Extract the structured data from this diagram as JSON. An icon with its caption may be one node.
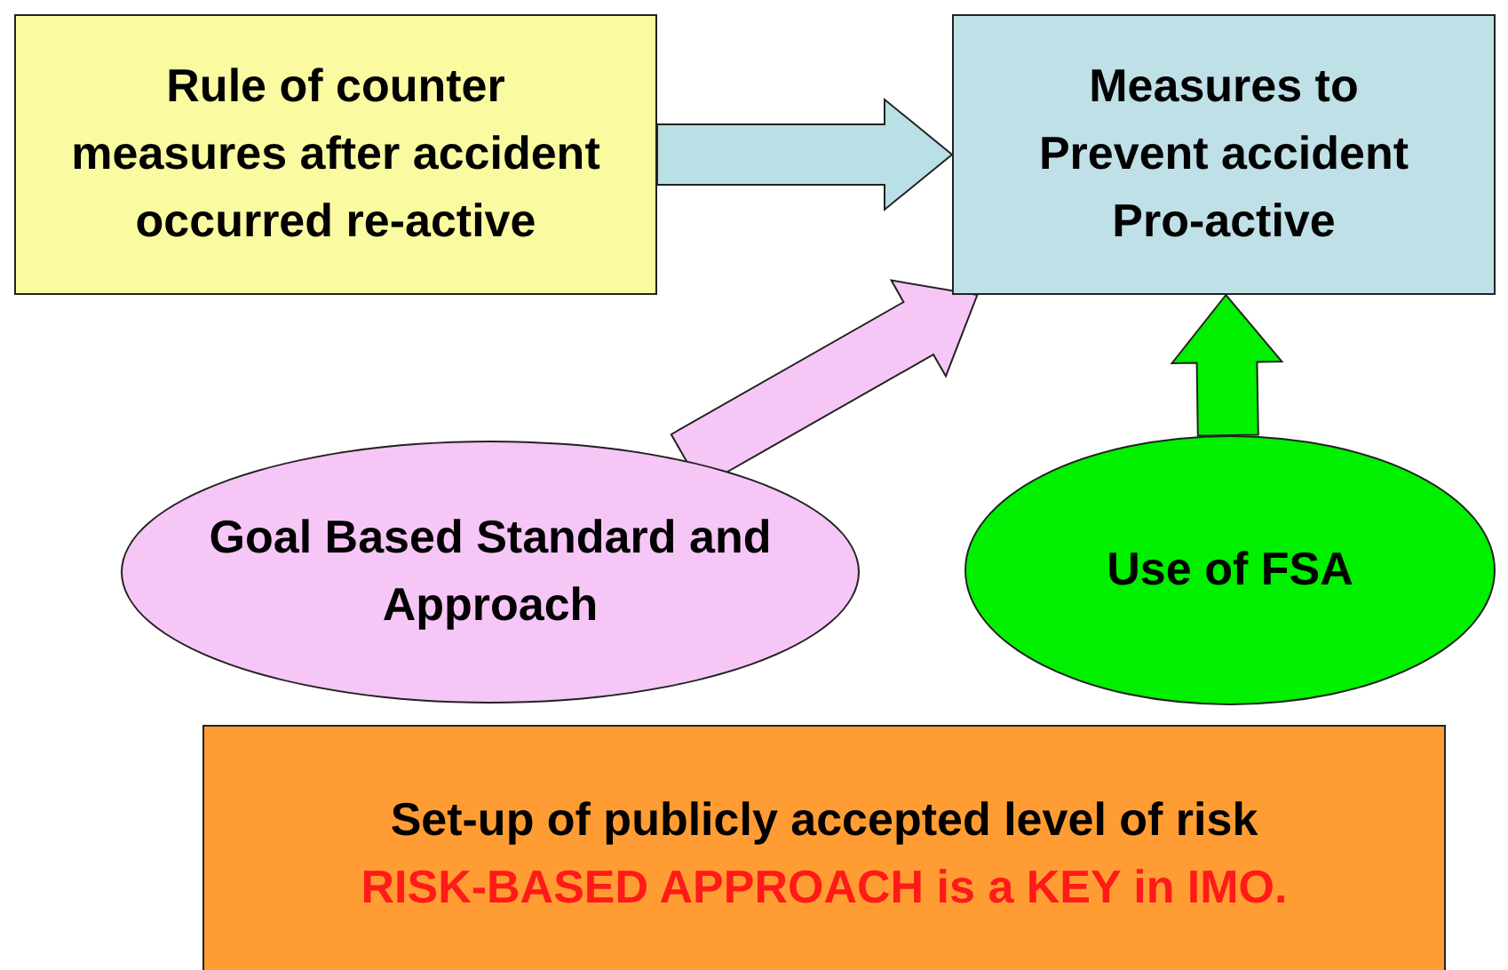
{
  "diagram": {
    "nodes": [
      {
        "text": [
          "Rule of counter measures after accident occurred re-active"
        ]
      },
      {
        "text": [
          "Measures to Prevent accident Pro-active"
        ]
      },
      {
        "text": [
          "Goal Based Standard and Approach"
        ]
      },
      {
        "text": [
          "Use of FSA"
        ]
      },
      {
        "text": [
          "Set-up of publicly accepted level of risk",
          "RISK-BASED APPROACH is a KEY in IMO."
        ]
      }
    ],
    "edges": [
      {
        "from": 0,
        "to": 1,
        "arrow": "to",
        "style": "thick",
        "color": "#b9e0e4"
      },
      {
        "from": 2,
        "to": 1,
        "arrow": "to",
        "style": "thick",
        "color": "#f6c6f6"
      },
      {
        "from": 3,
        "to": 1,
        "arrow": "to",
        "style": "thick",
        "color": "#00f000"
      }
    ]
  }
}
